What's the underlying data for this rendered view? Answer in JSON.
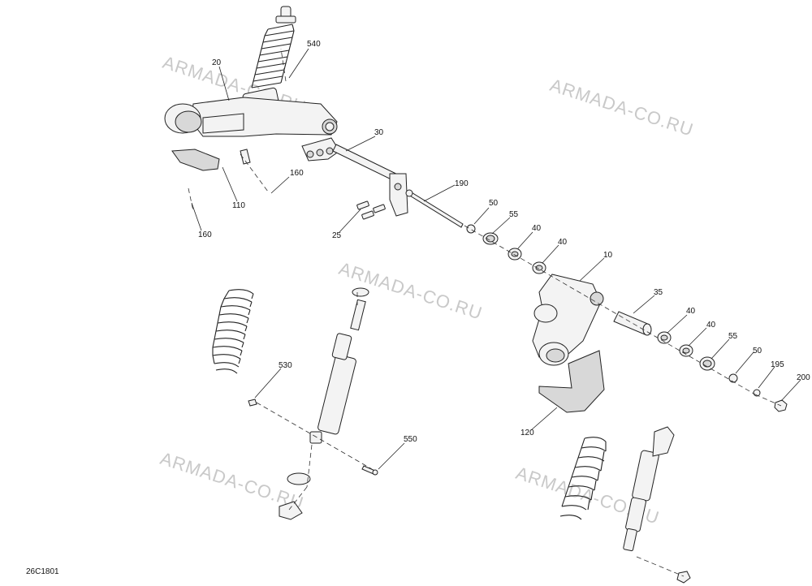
{
  "watermark": "ARMADA-CO.RU",
  "reference_code": "26C1801",
  "callouts": {
    "c20": "20",
    "c540": "540",
    "c30": "30",
    "c160a": "160",
    "c110": "110",
    "c160b": "160",
    "c25": "25",
    "c190": "190",
    "c50a": "50",
    "c55a": "55",
    "c40a": "40",
    "c40b": "40",
    "c10": "10",
    "c35": "35",
    "c40c": "40",
    "c40d": "40",
    "c55b": "55",
    "c50b": "50",
    "c195": "195",
    "c200": "200",
    "c120": "120",
    "c530": "530",
    "c550": "550"
  }
}
